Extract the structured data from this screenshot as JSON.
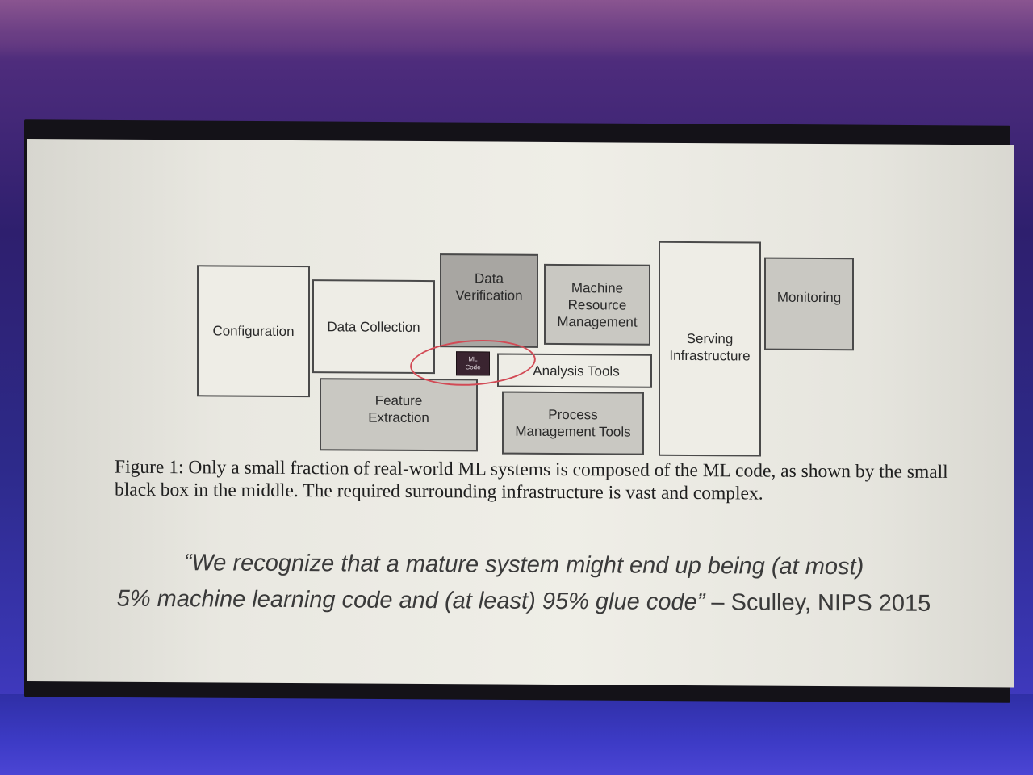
{
  "diagram": {
    "boxes": {
      "configuration": "Configuration",
      "data_collection": "Data Collection",
      "data_verification": "Data\nVerification",
      "machine_resource_management": "Machine\nResource\nManagement",
      "serving_infrastructure": "Serving\nInfrastructure",
      "monitoring": "Monitoring",
      "analysis_tools": "Analysis Tools",
      "feature_extraction": "Feature\nExtraction",
      "process_management_tools": "Process\nManagement Tools",
      "ml_code": "ML\nCode"
    },
    "highlight_color": "#d24a55"
  },
  "caption": "Figure 1: Only a small fraction of real-world ML systems is composed of the ML code, as shown by the small black box in the middle. The required surrounding infrastructure is vast and complex.",
  "quote": {
    "line1": "“We recognize that a mature system might end up being (at most)",
    "line2": "5% machine learning code and (at least) 95% glue code”",
    "attribution": " – Sculley, NIPS 2015"
  }
}
